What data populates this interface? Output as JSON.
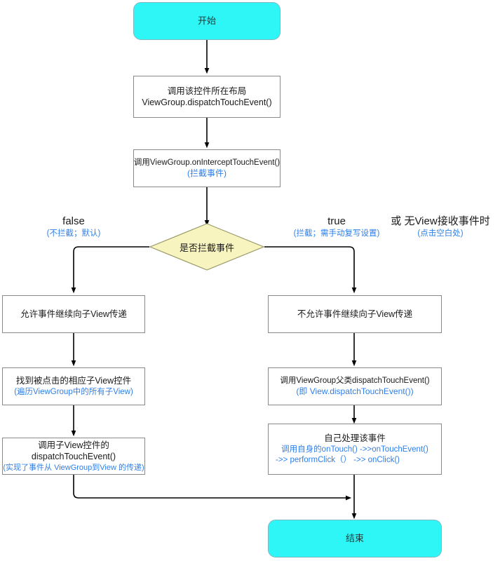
{
  "diagram": {
    "title": "Android ViewGroup 事件分发流程图",
    "colors": {
      "terminal_fill": "#2ff6f6",
      "terminal_border": "#7fb8c4",
      "decision_fill": "#f8f4c0",
      "decision_border": "#9a9a6a",
      "process_fill": "#ffffff",
      "process_border": "#8a8a8a",
      "annotation_text": "#2f7fe8",
      "body_text": "#1a1a1a",
      "edge_stroke": "#000000"
    },
    "nodes": {
      "start": {
        "label": "开始",
        "shape": "terminal"
      },
      "dispatch_layout": {
        "main": "调用该控件所在布局",
        "main2": "ViewGroup.dispatchTouchEvent()",
        "shape": "process"
      },
      "on_intercept": {
        "main": "调用ViewGroup.onInterceptTouchEvent()",
        "sub": "(拦截事件)",
        "shape": "process"
      },
      "decision": {
        "label": "是否拦截事件",
        "shape": "decision"
      },
      "allow_pass": {
        "main": "允许事件继续向子View传递",
        "shape": "process"
      },
      "find_child": {
        "main": "找到被点击的相应子View控件",
        "sub": "(遍历ViewGroup中的所有子View)",
        "shape": "process"
      },
      "call_child_dispatch": {
        "main": "调用子View控件的",
        "main2": "dispatchTouchEvent()",
        "sub": "(实现了事件从 ViewGroup到View 的传递)",
        "shape": "process"
      },
      "deny_pass": {
        "main": "不允许事件继续向子View传递",
        "shape": "process"
      },
      "call_super_dispatch": {
        "main": "调用ViewGroup父类dispatchTouchEvent()",
        "sub": "(即 View.dispatchTouchEvent())",
        "shape": "process"
      },
      "handle_self": {
        "main": "自己处理该事件",
        "sub": "调用自身的onTouch() ->>onTouchEvent()",
        "sub2": "->> performClick（） ->> onClick()",
        "shape": "process"
      },
      "end": {
        "label": "结束",
        "shape": "terminal"
      }
    },
    "edge_labels": {
      "false_branch": {
        "primary": "false",
        "secondary": "(不拦截；默认)"
      },
      "true_branch": {
        "primary": "true",
        "secondary": "(拦截；需手动复写设置)"
      },
      "or_note": {
        "primary": "或  无View接收事件时",
        "secondary": "(点击空白处)"
      }
    }
  }
}
